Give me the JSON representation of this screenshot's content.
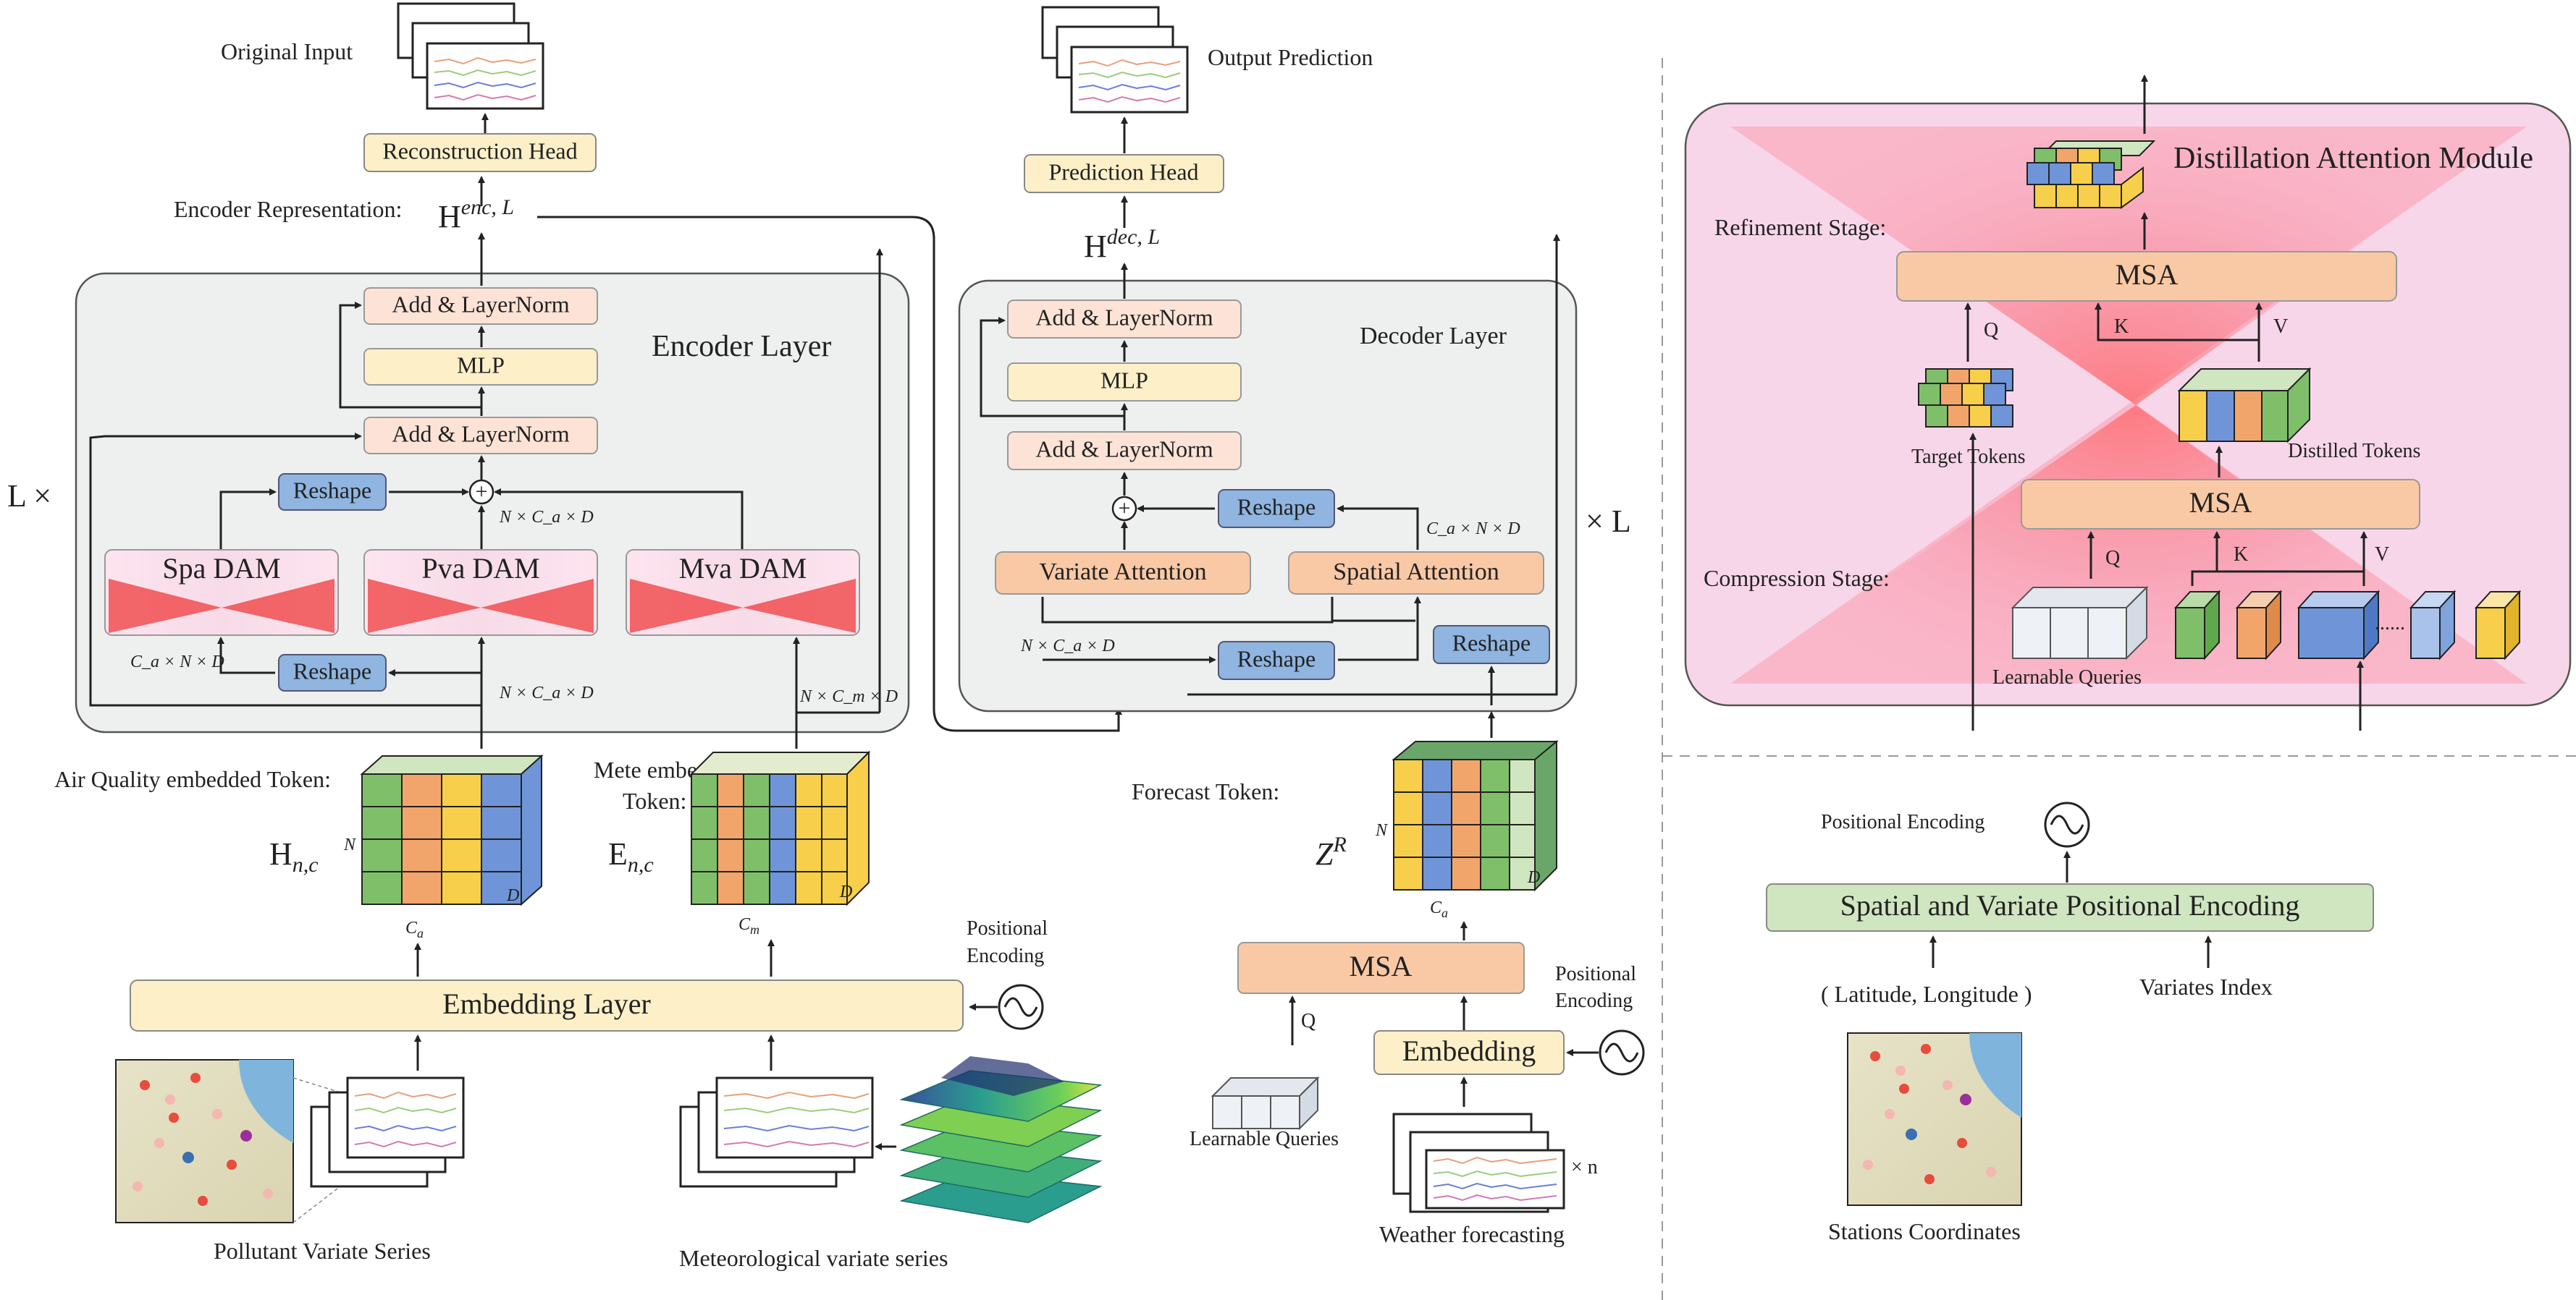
{
  "encoder": {
    "original_input": "Original Input",
    "reconstruction_head": "Reconstruction Head",
    "encoder_representation": "Encoder Representation:",
    "h_enc": "H",
    "h_enc_sup": "enc, L",
    "add_norm_top": "Add & LayerNorm",
    "mlp": "MLP",
    "add_norm_mid": "Add & LayerNorm",
    "layer_title": "Encoder Layer",
    "repeat": "L ×",
    "reshape_top": "Reshape",
    "reshape_bottom": "Reshape",
    "spa_dam": "Spa DAM",
    "pva_dam": "Pva DAM",
    "mva_dam": "Mva DAM",
    "dim_plus": "N × C_a × D",
    "dim_spa": "C_a × N × D",
    "dim_pva": "N × C_a × D",
    "dim_mva": "N × C_m × D"
  },
  "tokens": {
    "air_quality": "Air Quality embedded Token:",
    "h_nc": "H",
    "h_nc_sub": "n,c",
    "mete_line1": "Mete embedded",
    "mete_line2": "Token:",
    "e_nc": "E",
    "e_nc_sub": "n,c",
    "n": "N",
    "d": "D",
    "ca": "C",
    "ca_sub": "a",
    "cm": "C",
    "cm_sub": "m"
  },
  "embedding": {
    "layer": "Embedding Layer",
    "pos_enc_1": "Positional",
    "pos_enc_2": "Encoding",
    "pollutant": "Pollutant Variate Series",
    "meteorological": "Meteorological variate series"
  },
  "decoder": {
    "output_prediction": "Output Prediction",
    "prediction_head": "Prediction Head",
    "h_dec": "H",
    "h_dec_sup": "dec, L",
    "layer_title": "Decoder Layer",
    "add_norm_top": "Add & LayerNorm",
    "mlp": "MLP",
    "add_norm_mid": "Add & LayerNorm",
    "reshape_top": "Reshape",
    "reshape_mid": "Reshape",
    "reshape_right": "Reshape",
    "variate_attention": "Variate Attention",
    "spatial_attention": "Spatial Attention",
    "dim_left": "N × C_a × D",
    "dim_right": "C_a × N × D",
    "repeat": "× L",
    "forecast_token": "Forecast Token:",
    "z": "Z",
    "z_sup": "R",
    "msa": "MSA",
    "q": "Q",
    "learnable_queries": "Learnable Queries",
    "embedding": "Embedding",
    "pos_enc_1": "Positional",
    "pos_enc_2": "Encoding",
    "weather_forecasting": "Weather forecasting",
    "times_n": "× n"
  },
  "dam": {
    "title": "Distillation Attention Module",
    "refinement": "Refinement Stage:",
    "compression": "Compression Stage:",
    "msa_top": "MSA",
    "msa_bottom": "MSA",
    "q_top": "Q",
    "k_top": "K",
    "v_top": "V",
    "q_bottom": "Q",
    "k_bottom": "K",
    "v_bottom": "V",
    "target_tokens": "Target Tokens",
    "distilled_tokens": "Distilled Tokens",
    "learnable_queries": "Learnable Queries",
    "ellipsis": "......"
  },
  "positional": {
    "title": "Positional Encoding",
    "box": "Spatial and Variate Positional Encoding",
    "lat_lon": "( Latitude, Longitude )",
    "variates_index": "Variates Index",
    "stations": "Stations Coordinates"
  },
  "colors": {
    "yellow_box": "#fdf0c8",
    "salmon_box": "#fce3d6",
    "orange_box": "#f9c9a5",
    "blue_box": "#8fb5e0",
    "green_box": "#cfe6c0",
    "gray_panel": "#eeefef",
    "pink_panel": "#f8d6ea",
    "red_glow": "#ef3b3b",
    "token_green": "#7fbf6a",
    "token_orange": "#f2a56b",
    "token_yellow": "#f8cf4a",
    "token_blue": "#6f95d8"
  }
}
